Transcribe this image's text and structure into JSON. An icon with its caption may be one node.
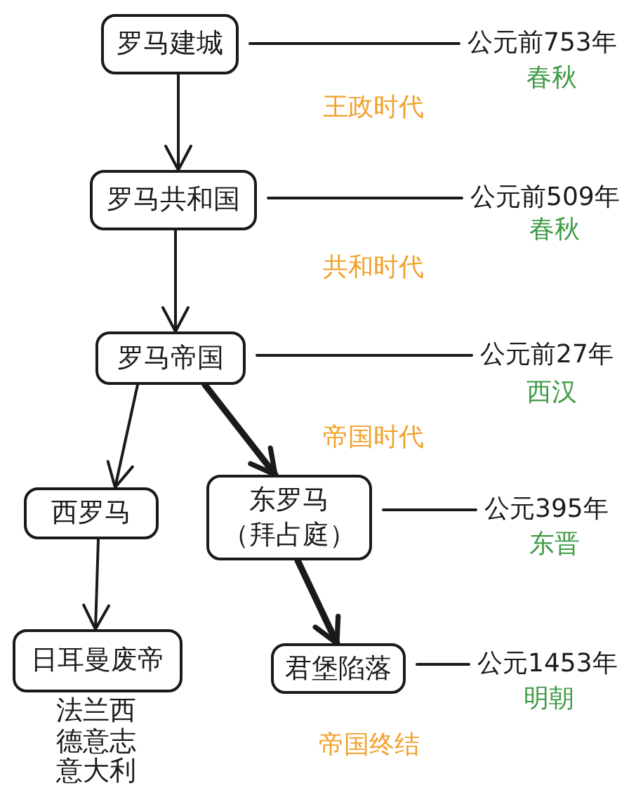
{
  "diagram": {
    "nodes": [
      {
        "text": [
          "罗马建城"
        ]
      },
      {
        "text": [
          "公元前753年"
        ],
        "beside": [
          "春秋"
        ]
      },
      {
        "text": [
          "罗马共和国"
        ]
      },
      {
        "text": [
          "公元前509年"
        ],
        "beside": [
          "春秋"
        ]
      },
      {
        "text": [
          "罗马帝国"
        ]
      },
      {
        "text": [
          "公元前27年"
        ],
        "beside": [
          "西汉"
        ]
      },
      {
        "text": [
          "西罗马"
        ]
      },
      {
        "text": [
          "东罗马（拜占庭）"
        ]
      },
      {
        "text": [
          "公元395年"
        ],
        "beside": [
          "东晋"
        ]
      },
      {
        "text": [
          "日耳曼废帝"
        ],
        "beside": [
          "法兰西",
          "德意志",
          "意大利"
        ]
      },
      {
        "text": [
          "君堡陷落"
        ]
      },
      {
        "text": [
          "公元1453年"
        ],
        "beside": [
          "明朝"
        ]
      }
    ],
    "edges": [
      {
        "from": 0,
        "to": 1,
        "arrow": "none"
      },
      {
        "from": 0,
        "to": 2,
        "arrow": "to"
      },
      {
        "from": 2,
        "to": 3,
        "arrow": "none"
      },
      {
        "from": 2,
        "to": 4,
        "arrow": "to"
      },
      {
        "from": 4,
        "to": 5,
        "arrow": "none"
      },
      {
        "from": 4,
        "to": 6,
        "arrow": "to"
      },
      {
        "from": 4,
        "to": 7,
        "arrow": "to",
        "style": "thick"
      },
      {
        "from": 7,
        "to": 8,
        "arrow": "none"
      },
      {
        "from": 6,
        "to": 9,
        "arrow": "to"
      },
      {
        "from": 7,
        "to": 10,
        "arrow": "to",
        "style": "thick"
      },
      {
        "from": 10,
        "to": 11,
        "arrow": "none"
      }
    ],
    "labels": [
      "王政时代",
      "共和时代",
      "帝国时代",
      "帝国终结"
    ]
  }
}
